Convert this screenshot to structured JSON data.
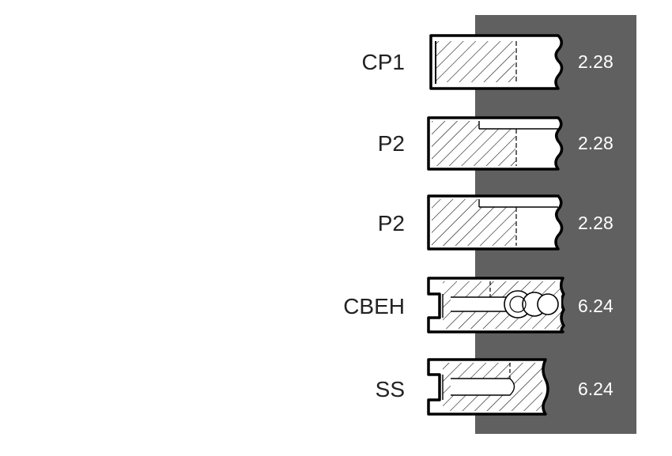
{
  "colors": {
    "panel": "#606060",
    "ring_fill": "#ffffff",
    "stroke": "#000000",
    "value_text": "#ffffff"
  },
  "rings": [
    {
      "label": "CP1",
      "value": "2.28",
      "profile": "rectangular-barrel"
    },
    {
      "label": "P2",
      "value": "2.28",
      "profile": "taper-face-step"
    },
    {
      "label": "P2",
      "value": "2.28",
      "profile": "taper-face-step"
    },
    {
      "label": "CBEH",
      "value": "6.24",
      "profile": "oil-ring-with-coil-spring-expander"
    },
    {
      "label": "SS",
      "value": "6.24",
      "profile": "oil-ring-slotted"
    }
  ]
}
